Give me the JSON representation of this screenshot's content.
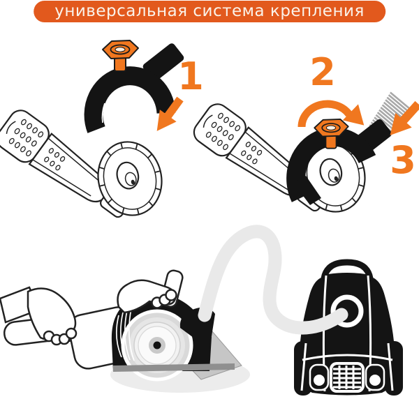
{
  "header": {
    "title": "универсальная система крепления"
  },
  "steps": {
    "one": "1",
    "two": "2",
    "three": "3"
  },
  "illustrations": {
    "step1": "angle-grinder-with-clamp-attachment-above",
    "step2": "clamp-mounted-on-grinder-rotate-to-fix",
    "step3": "vacuum-hose-attached-to-clamp-nozzle",
    "bottom_left": "hands-cutting-tile-with-grinder-and-dust-extraction",
    "bottom_right": "vacuum-cleaner-connected-by-hose"
  },
  "colors": {
    "accent_orange": "#F0771F",
    "header_orange": "#E2591D",
    "header_text": "#FAF2E9",
    "illustration_black": "#141414",
    "outline_dark": "#222222",
    "hose_gray": "#E9E9E9",
    "corrugation_gray": "#A8A8A8",
    "tile_gray": "#C6C6C6",
    "cut_edge_gray": "#8F8F8F",
    "shadow_gray": "#ECECEC",
    "background": "#FFFFFF"
  }
}
